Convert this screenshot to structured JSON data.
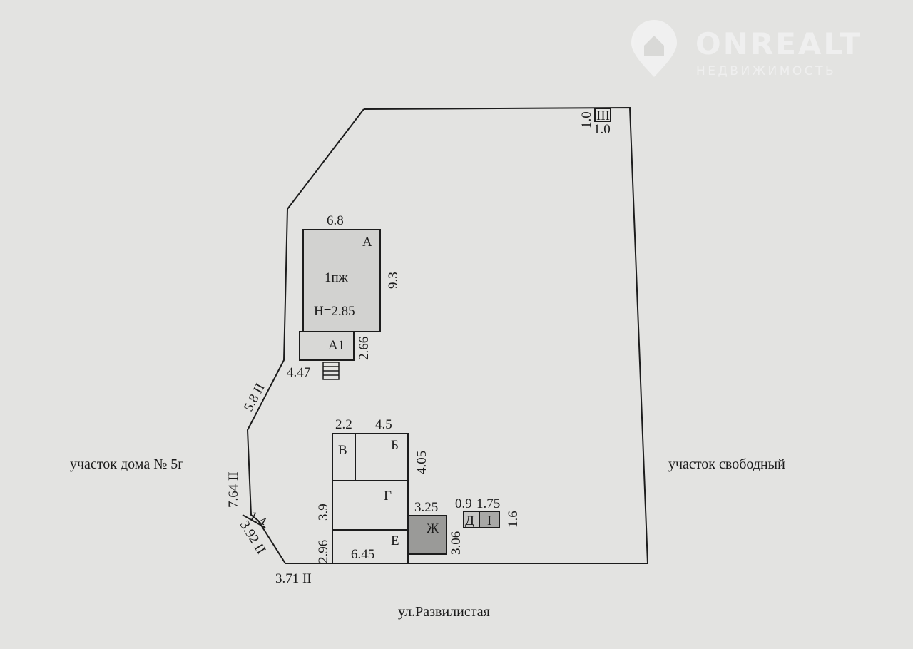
{
  "watermark": {
    "brand": "ONREALT",
    "tagline": "НЕДВИЖИМОСТЬ"
  },
  "plan": {
    "neighbor_left": "участок дома № 5г",
    "neighbor_right": "участок свободный",
    "street": "ул.Развилистая",
    "corner_mark": "III",
    "corner_dims": [
      "1.0",
      "1.0"
    ],
    "boundary_dims": [
      "5.8 II",
      "7.64 II",
      "1.4",
      "3.92 II",
      "3.71 II"
    ],
    "building_a": {
      "letter": "А",
      "floors": "1пж",
      "height": "H=2.85",
      "width": "6.8",
      "depth": "9.3"
    },
    "building_a1": {
      "letter": "А1",
      "width": "4.47",
      "depth": "2.66"
    },
    "block": {
      "v": "В",
      "b": "Б",
      "g": "Г",
      "e": "Е",
      "dims": [
        "2.2",
        "4.5",
        "4.05",
        "3.9",
        "2.96",
        "6.45"
      ]
    },
    "zh": {
      "letter": "Ж",
      "width": "3.25",
      "depth": "3.06"
    },
    "d": {
      "letter": "Д",
      "width": "0.9"
    },
    "i": {
      "letter": "I",
      "width": "1.75",
      "depth": "1.6"
    }
  }
}
